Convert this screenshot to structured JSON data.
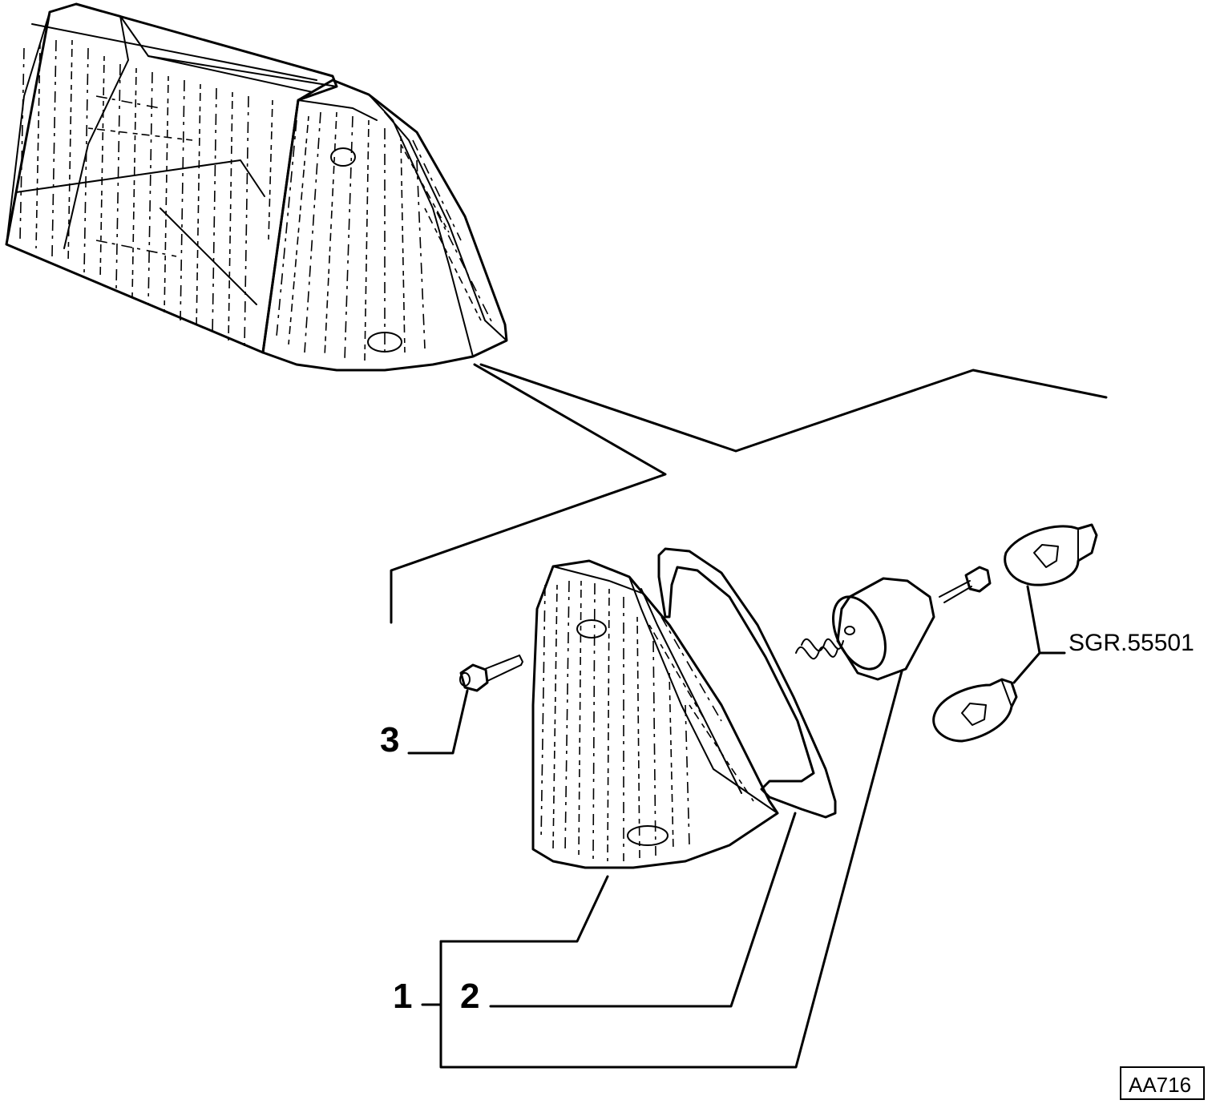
{
  "callouts": {
    "part_1": "1",
    "part_2": "2",
    "part_3": "3",
    "bulb_reference": "SGR.55501"
  },
  "drawing_code": "AA716",
  "colors": {
    "line": "#000000",
    "background": "#ffffff"
  }
}
